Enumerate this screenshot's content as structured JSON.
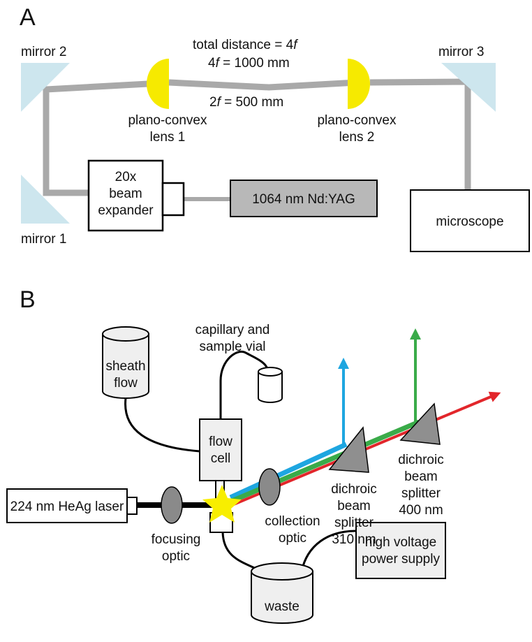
{
  "panel_a": {
    "panel_label": "A",
    "mirror1_label": "mirror 1",
    "mirror2_label": "mirror 2",
    "mirror3_label": "mirror 3",
    "total_distance_prefix": "total distance = 4",
    "total_distance_f": "f",
    "fourf_prefix": "4",
    "fourf_f": "f",
    "fourf_value": " = 1000 mm",
    "twof_prefix": "2",
    "twof_f": "f",
    "twof_value": " = 500 mm",
    "lens1_line1": "plano-convex",
    "lens1_line2": "lens 1",
    "lens2_line1": "plano-convex",
    "lens2_line2": "lens 2",
    "expander_line1": "20x",
    "expander_line2": "beam",
    "expander_line3": "expander",
    "laser_label": "1064 nm Nd:YAG",
    "microscope_label": "microscope"
  },
  "panel_b": {
    "panel_label": "B",
    "capillary_line1": "capillary and",
    "capillary_line2": "sample vial",
    "sheath_line1": "sheath",
    "sheath_line2": "flow",
    "flowcell_line1": "flow",
    "flowcell_line2": "cell",
    "laser_label": "224 nm HeAg laser",
    "focusing_line1": "focusing",
    "focusing_line2": "optic",
    "collection_line1": "collection",
    "collection_line2": "optic",
    "ds310_line1": "dichroic",
    "ds310_line2": "beam",
    "ds310_line3": "splitter",
    "ds310_line4": "310 nm",
    "ds400_line1": "dichroic",
    "ds400_line2": "beam",
    "ds400_line3": "splitter",
    "ds400_line4": "400 nm",
    "hv_line1": "high voltage",
    "hv_line2": "power supply",
    "waste_label": "waste"
  },
  "colors": {
    "mirror": "#cde6ee",
    "lens": "#f6ea00",
    "beam_ir": "#a9a9a9",
    "laser_box": "#b8b8b8",
    "box_fill": "#efefef",
    "optic": "#8a8a8a",
    "splitter": "#8f8f8f",
    "star": "#f8ee00",
    "beam_red": "#e2262b",
    "beam_green": "#3aab49",
    "beam_blue": "#1ea6e0"
  }
}
